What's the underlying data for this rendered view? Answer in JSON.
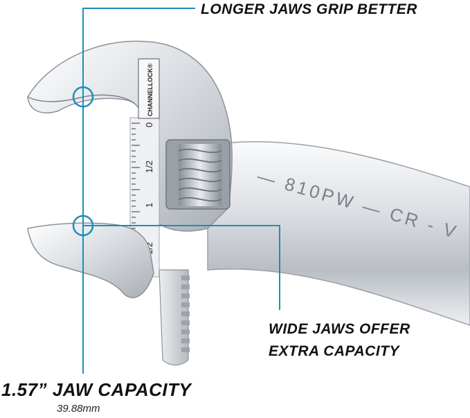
{
  "callouts": {
    "longer_jaws": "LONGER JAWS GRIP BETTER",
    "wide_jaws_line1": "WIDE JAWS OFFER",
    "wide_jaws_line2": "EXTRA CAPACITY",
    "jaw_capacity": "1.57” JAW CAPACITY",
    "jaw_capacity_metric": "39.88mm"
  },
  "wrench": {
    "brand_logo": "CHANNELLOCK®",
    "model_stamp": "— 810PW — CR - V",
    "scale_labels": [
      "0",
      "1/2",
      "1",
      "1/2"
    ]
  },
  "colors": {
    "leader_line": "#1b8fb8",
    "chrome_light": "#f1f3f5",
    "chrome_mid": "#c9cdd2",
    "chrome_dark": "#8c9198",
    "text": "#111111"
  },
  "icons": {
    "marker": "circle-marker-icon"
  }
}
